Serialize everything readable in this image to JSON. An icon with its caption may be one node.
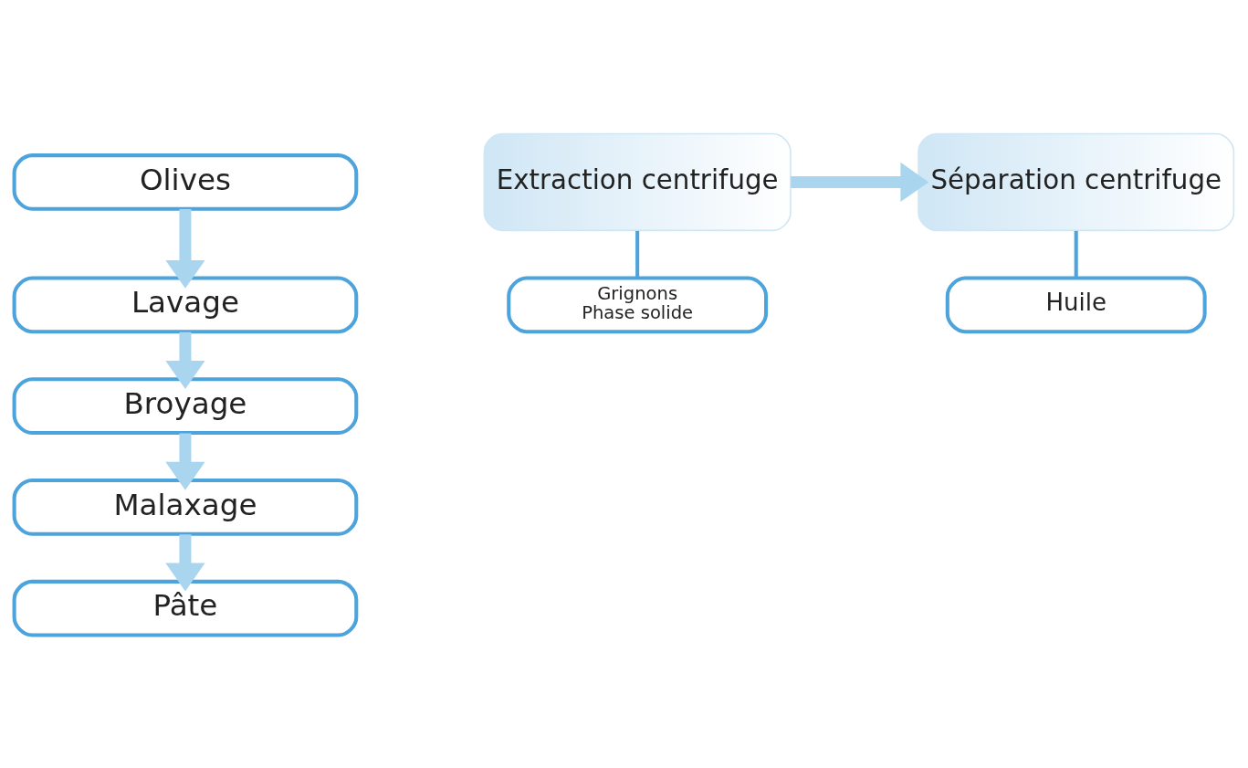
{
  "diagram": {
    "nodes": [
      {
        "text": [
          "Olives"
        ]
      },
      {
        "text": [
          "Lavage"
        ]
      },
      {
        "text": [
          "Broyage"
        ]
      },
      {
        "text": [
          "Malaxage"
        ]
      },
      {
        "text": [
          "Pâte"
        ]
      },
      {
        "text": [
          "Extraction centrifuge"
        ]
      },
      {
        "text": [
          "Grignons",
          "Phase solide"
        ]
      },
      {
        "text": [
          "Séparation centrifuge"
        ]
      },
      {
        "text": [
          "Huile"
        ]
      }
    ],
    "edges": [
      {
        "from": 0,
        "to": 1,
        "arrow": "to"
      },
      {
        "from": 1,
        "to": 2,
        "arrow": "to"
      },
      {
        "from": 2,
        "to": 3,
        "arrow": "to"
      },
      {
        "from": 3,
        "to": 4,
        "arrow": "to"
      },
      {
        "from": 5,
        "to": 7,
        "arrow": "to"
      },
      {
        "from": 5,
        "to": 6,
        "arrow": "none",
        "color": "#4da3dc"
      },
      {
        "from": 7,
        "to": 8,
        "arrow": "none",
        "color": "#4da3dc"
      }
    ]
  }
}
